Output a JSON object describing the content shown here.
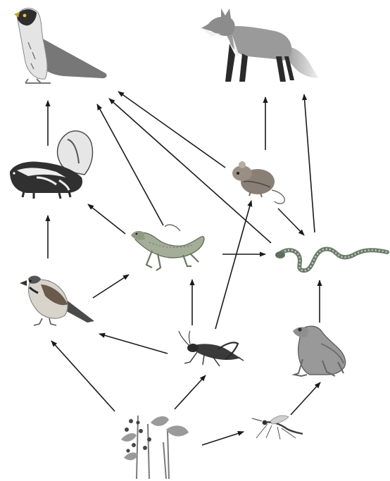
{
  "organisms": [
    {
      "id": "falcon",
      "icon": "falcon-icon"
    },
    {
      "id": "fox",
      "icon": "fox-icon"
    },
    {
      "id": "skunk",
      "icon": "skunk-icon"
    },
    {
      "id": "mouse",
      "icon": "mouse-icon"
    },
    {
      "id": "lizard",
      "icon": "lizard-icon"
    },
    {
      "id": "snake",
      "icon": "snake-icon"
    },
    {
      "id": "sparrow",
      "icon": "sparrow-icon"
    },
    {
      "id": "cricket",
      "icon": "cricket-icon"
    },
    {
      "id": "frog",
      "icon": "frog-icon"
    },
    {
      "id": "plant",
      "icon": "plant-icon"
    },
    {
      "id": "mosquito",
      "icon": "mosquito-icon"
    }
  ],
  "links": [
    {
      "from": "skunk",
      "to": "falcon"
    },
    {
      "from": "lizard",
      "to": "falcon"
    },
    {
      "from": "mouse",
      "to": "falcon"
    },
    {
      "from": "snake",
      "to": "falcon"
    },
    {
      "from": "mouse",
      "to": "fox"
    },
    {
      "from": "snake",
      "to": "fox"
    },
    {
      "from": "lizard",
      "to": "skunk"
    },
    {
      "from": "sparrow",
      "to": "skunk"
    },
    {
      "from": "mouse",
      "to": "snake"
    },
    {
      "from": "lizard",
      "to": "snake"
    },
    {
      "from": "sparrow",
      "to": "lizard"
    },
    {
      "from": "cricket",
      "to": "lizard"
    },
    {
      "from": "cricket",
      "to": "mouse"
    },
    {
      "from": "cricket",
      "to": "sparrow"
    },
    {
      "from": "frog",
      "to": "snake"
    },
    {
      "from": "plant",
      "to": "sparrow"
    },
    {
      "from": "plant",
      "to": "cricket"
    },
    {
      "from": "plant",
      "to": "mosquito"
    },
    {
      "from": "mosquito",
      "to": "frog"
    }
  ]
}
